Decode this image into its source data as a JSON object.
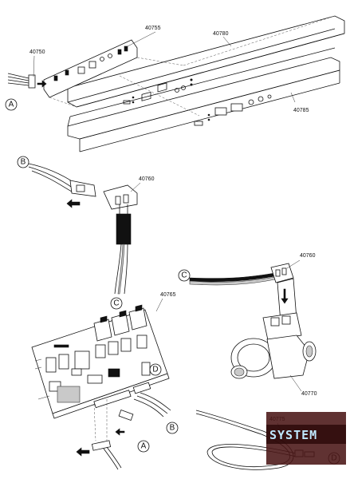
{
  "part_numbers": {
    "p40750": "40750",
    "p40755": "40755",
    "p40780": "40780",
    "p40785": "40785",
    "p40760a": "40760",
    "p40765": "40765",
    "p40760b": "40760",
    "p40770": "40770",
    "p40775": "40775"
  },
  "callouts": {
    "A1": "A",
    "B1": "B",
    "C1": "C",
    "C2": "C",
    "D1": "D",
    "B2": "B",
    "A2": "A",
    "D2": "D"
  },
  "watermark": "SYSTEM"
}
